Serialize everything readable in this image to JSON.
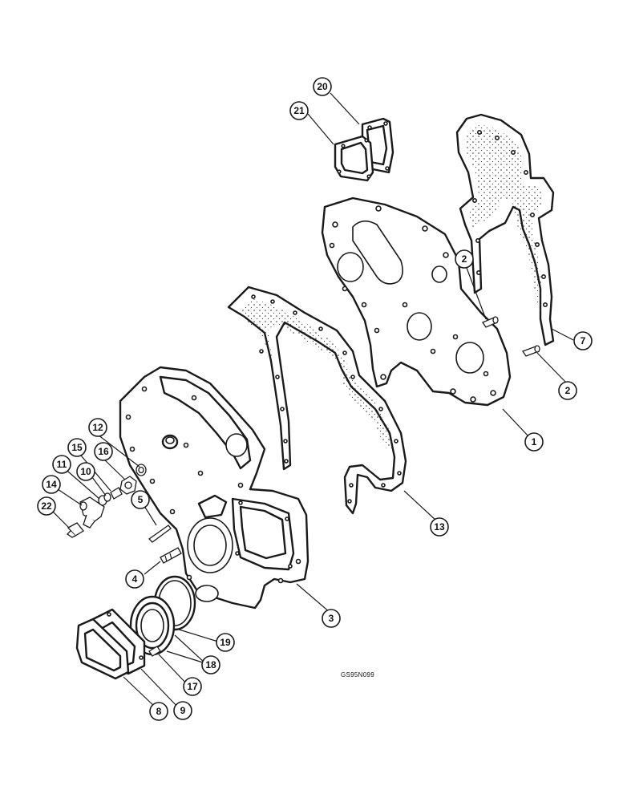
{
  "reference_code": "GS95N099",
  "callouts": [
    "1",
    "2",
    "2",
    "3",
    "4",
    "5",
    "7",
    "8",
    "9",
    "10",
    "11",
    "12",
    "13",
    "14",
    "15",
    "16",
    "17",
    "18",
    "19",
    "20",
    "21",
    "22"
  ]
}
